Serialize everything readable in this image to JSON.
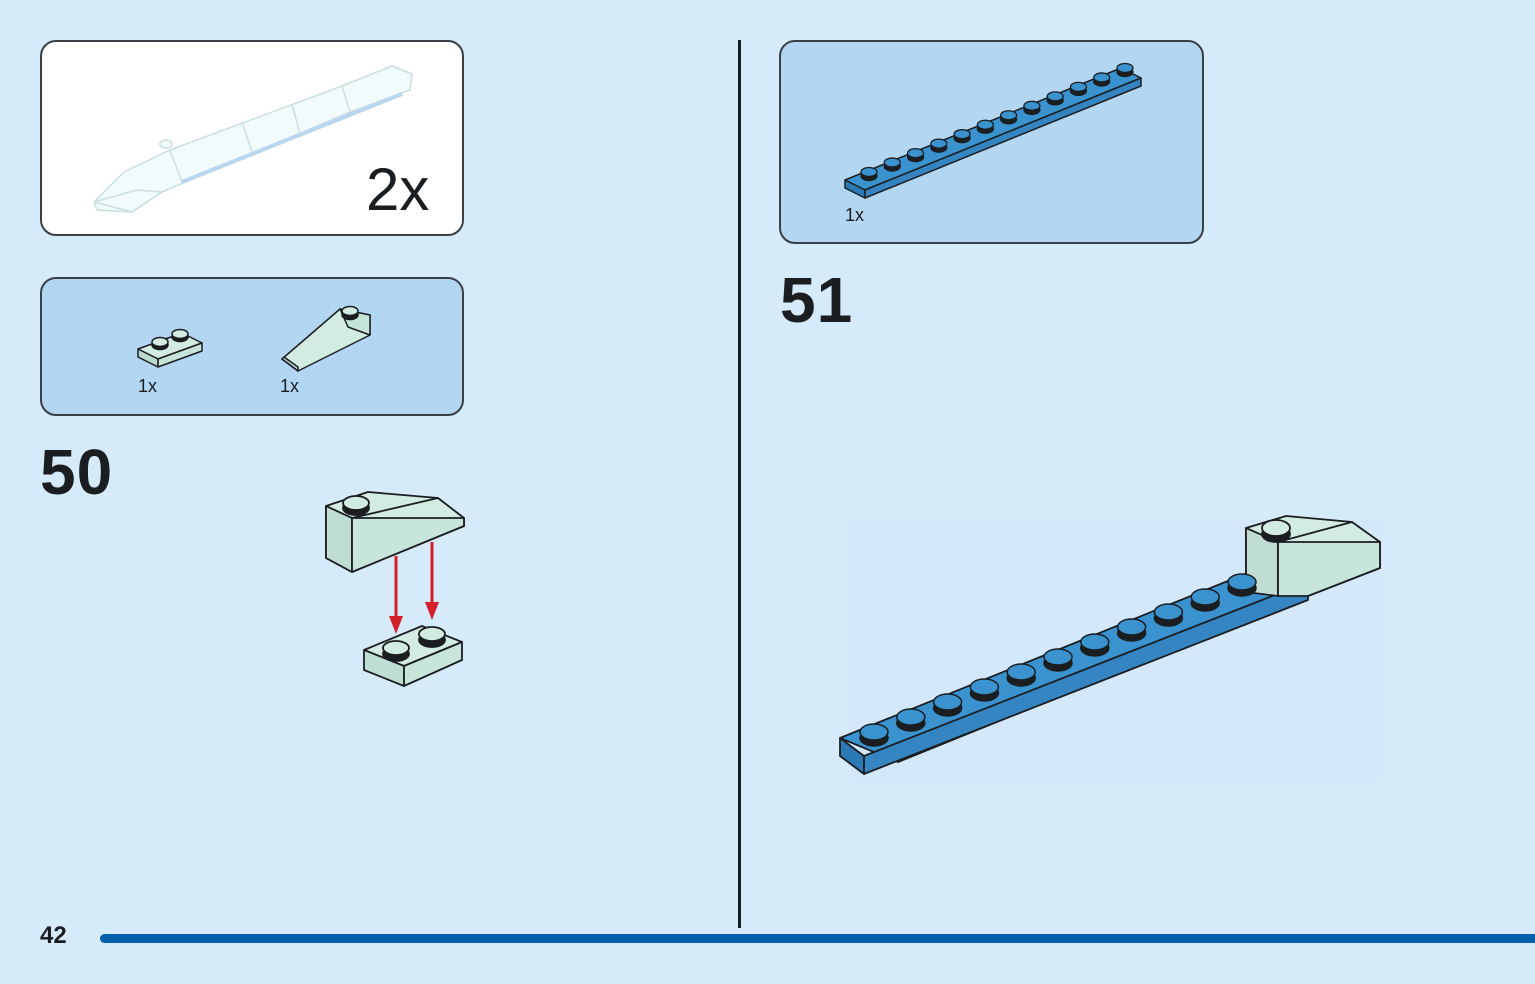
{
  "page": {
    "background": "#d6ebfa",
    "page_number": "42"
  },
  "colors": {
    "brick_mint": "#d2ece4",
    "plate_blue": "#3a92cf",
    "arrow_red": "#d1202a",
    "bar_blue": "#005fa8"
  },
  "submodel": {
    "multiplier": "2x"
  },
  "step50": {
    "number": "50",
    "parts": [
      {
        "name": "plate-1x2-mint",
        "qty": "1x"
      },
      {
        "name": "slope-1x2-mint",
        "qty": "1x"
      }
    ]
  },
  "step51": {
    "number": "51",
    "parts": [
      {
        "name": "plate-1x12-blue",
        "qty": "1x"
      }
    ]
  }
}
